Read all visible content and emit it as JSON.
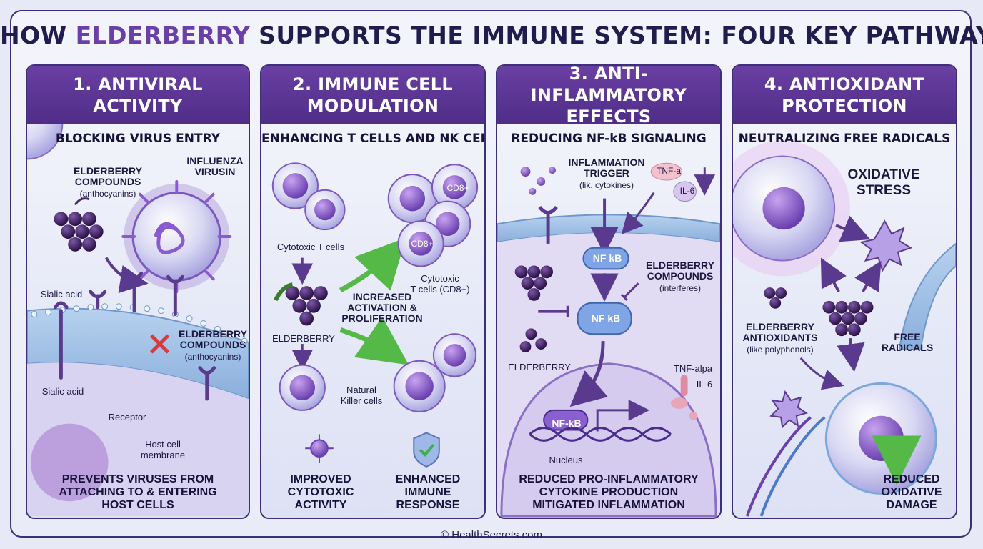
{
  "title": {
    "prefix": "HOW ",
    "highlight": "ELDERBERRY",
    "suffix": " SUPPORTS THE IMMUNE SYSTEM: FOUR KEY PATHWAYS"
  },
  "colors": {
    "header": "#5a3595",
    "accent": "#6b3fa8",
    "berry": "#3b1a5e",
    "arrow_green": "#55b948",
    "block_red": "#d83a3a",
    "membrane": "#8fb6e2"
  },
  "panels": [
    {
      "header": "1. ANTIVIRAL ACTIVITY",
      "subtitle": "BLOCKING VIRUS ENTRY",
      "labels": {
        "compounds_top": "ELDERBERRY\nCOMPOUNDS",
        "compounds_top_sub": "(anthocyanins)",
        "virus": "INFLUENZA\nVIRUSIN",
        "sialic_1": "Sialic acid",
        "sialic_2": "Sialic acid",
        "compounds_bottom": "ELDERBERRY\nCOMPOUNDS",
        "compounds_bottom_sub": "(anthocyanins)",
        "receptor": "Receptor",
        "membrane": "Host cell\nmembrane"
      },
      "bottom": "PREVENTS VIRUSES FROM\nATTACHING TO & ENTERING\nHOST CELLS"
    },
    {
      "header": "2. IMMUNE CELL\nMODULATION",
      "subtitle": "ENHANCING T CELLS AND NK CELLS",
      "labels": {
        "cytotoxic": "Cytotoxic T cells",
        "cd8_a": "CD8+",
        "cd8_b": "CD8+",
        "cd8_label": "Cytotoxic\nT cells (CD8+)",
        "increased": "INCREASED\nACTIVATION &\nPROLIFERATION",
        "elderberry": "ELDERBERRY",
        "nk": "Natural\nKiller cells",
        "improved": "IMPROVED\nCYTOTOXIC\nACTIVITY",
        "enhanced": "ENHANCED\nIMMUNE\nRESPONSE"
      }
    },
    {
      "header": "3. ANTI-INFLAMMATORY\nEFFECTS",
      "subtitle": "REDUCING NF-kB SIGNALING",
      "labels": {
        "trigger": "INFLAMMATION\nTRIGGER",
        "trigger_sub": "(lik. cytokines)",
        "tnf_a": "TNF-a",
        "il6_a": "IL-6",
        "nfkb_1": "NF kB",
        "compounds": "ELDERBERRY\nCOMPOUNDS",
        "compounds_sub": "(interferes)",
        "nfkb_2": "NF kB",
        "elderberry": "ELDERBERRY",
        "tnf_alpa": "TNF-alpa",
        "il6_b": "IL-6",
        "nfkb_3": "NF-kB",
        "nucleus": "Nucleus"
      },
      "bottom": "REDUCED PRO-INFLAMMATORY\nCYTOKINE PRODUCTION\nMITIGATED INFLAMMATION"
    },
    {
      "header": "4. ANTIOXIDANT\nPROTECTION",
      "subtitle": "NEUTRALIZING FREE RADICALS",
      "labels": {
        "oxidative": "OXIDATIVE\nSTRESS",
        "antioxidants": "ELDERBERRY\nANTIOXIDANTS",
        "antioxidants_sub": "(like polyphenols)",
        "free_radicals": "FREE\nRADICALS",
        "reduced": "REDUCED\nOXIDATIVE\nDAMAGE"
      }
    }
  ],
  "footer": "© HealthSecrets.com"
}
